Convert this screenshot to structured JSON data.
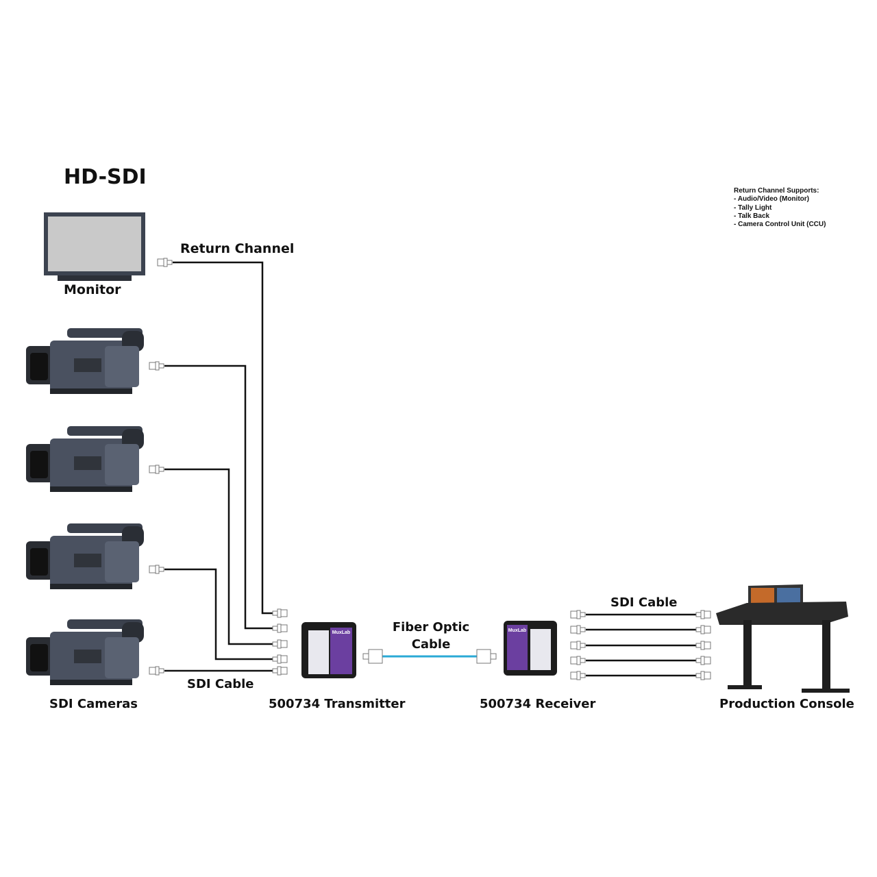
{
  "title": "HD-SDI",
  "labels": {
    "monitor": "Monitor",
    "return_channel": "Return Channel",
    "sdi_cameras": "SDI Cameras",
    "sdi_cable_left": "SDI Cable",
    "transmitter": "500734 Transmitter",
    "fiber_line1": "Fiber Optic",
    "fiber_line2": "Cable",
    "receiver": "500734 Receiver",
    "sdi_cable_right": "SDI Cable",
    "console": "Production Console"
  },
  "return_channel_notes": {
    "heading": "Return Channel Supports:",
    "items": [
      "- Audio/Video (Monitor)",
      "- Tally Light",
      "- Talk Back",
      "- Camera Control Unit (CCU)"
    ]
  },
  "device_brand": "MuxLab",
  "colors": {
    "fiber": "#2aa9d6",
    "device_purple": "#6b3fa0",
    "cable": "#111111"
  }
}
